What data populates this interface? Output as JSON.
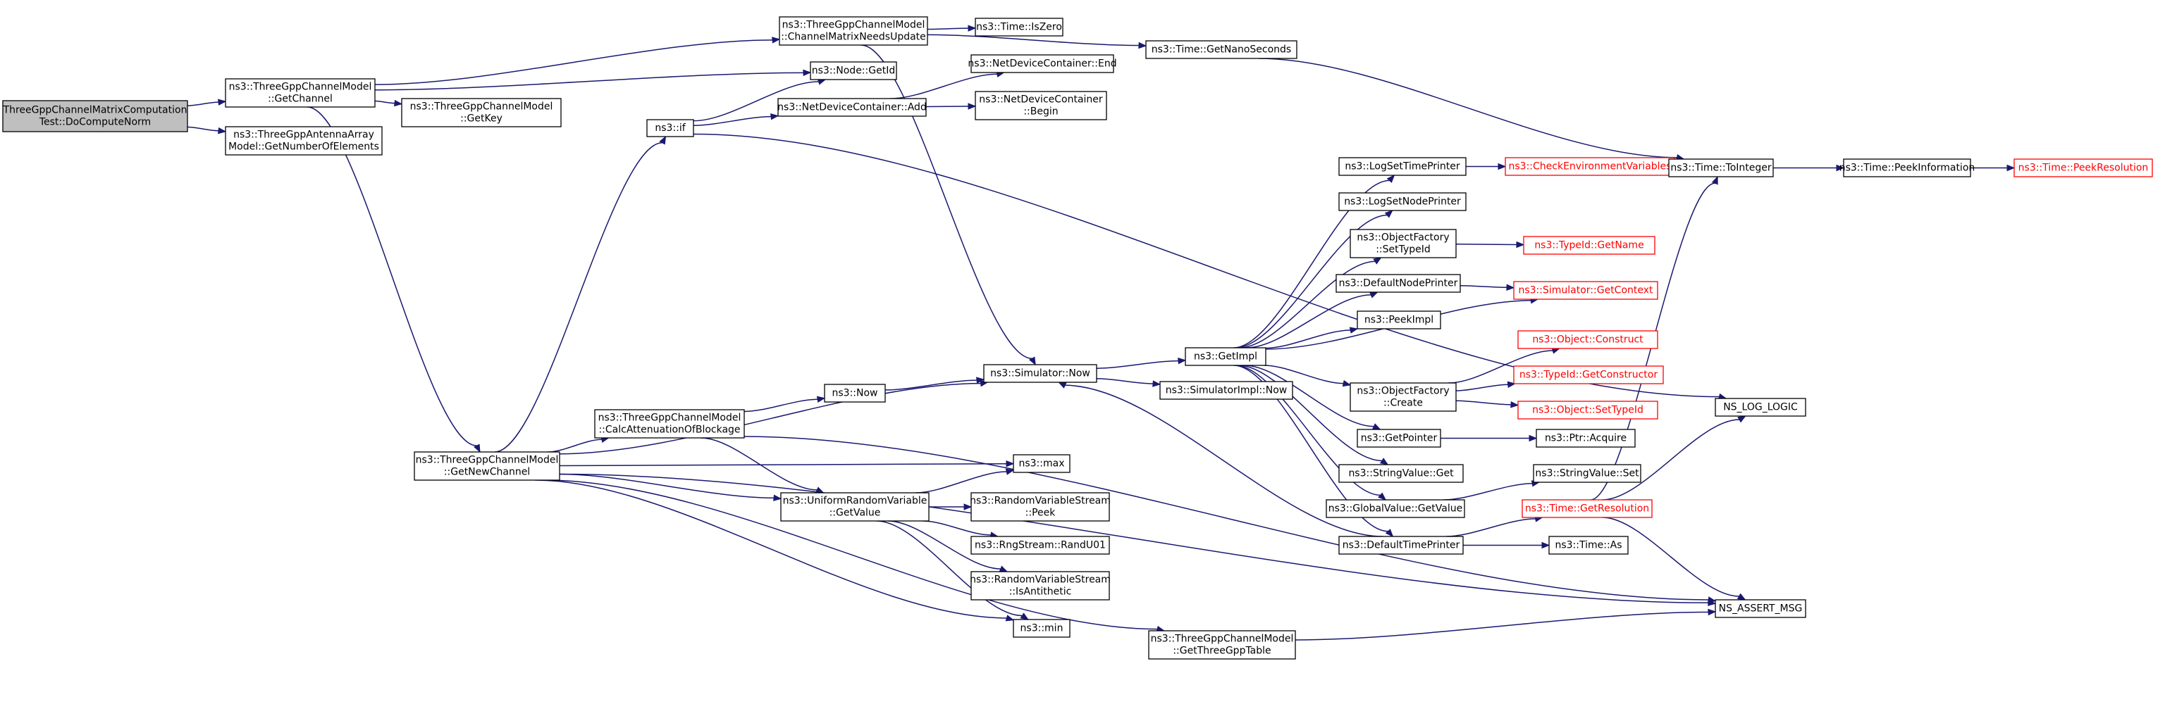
{
  "nodes": [
    {
      "id": "root",
      "lines": [
        "ThreeGppChannelMatrixComputation",
        "Test::DoComputeNorm"
      ],
      "root": true
    },
    {
      "id": "getChannel",
      "lines": [
        "ns3::ThreeGppChannelModel",
        "::GetChannel"
      ]
    },
    {
      "id": "antennaElems",
      "lines": [
        "ns3::ThreeGppAntennaArray",
        "Model::GetNumberOfElements"
      ]
    },
    {
      "id": "chanUpdate",
      "lines": [
        "ns3::ThreeGppChannelModel",
        "::ChannelMatrixNeedsUpdate"
      ]
    },
    {
      "id": "nodeGetId",
      "lines": [
        "ns3::Node::GetId"
      ]
    },
    {
      "id": "getKey",
      "lines": [
        "ns3::ThreeGppChannelModel",
        "::GetKey"
      ]
    },
    {
      "id": "getNewChannel",
      "lines": [
        "ns3::ThreeGppChannelModel",
        "::GetNewChannel"
      ]
    },
    {
      "id": "timeIsZero",
      "lines": [
        "ns3::Time::IsZero"
      ]
    },
    {
      "id": "getNanoSeconds",
      "lines": [
        "ns3::Time::GetNanoSeconds"
      ]
    },
    {
      "id": "ndcEnd",
      "lines": [
        "ns3::NetDeviceContainer::End"
      ]
    },
    {
      "id": "ndcAdd",
      "lines": [
        "ns3::NetDeviceContainer::Add"
      ]
    },
    {
      "id": "ndcBegin",
      "lines": [
        "ns3::NetDeviceContainer",
        "::Begin"
      ]
    },
    {
      "id": "nsIf",
      "lines": [
        "ns3::if"
      ]
    },
    {
      "id": "simNow",
      "lines": [
        "ns3::Simulator::Now"
      ]
    },
    {
      "id": "now",
      "lines": [
        "ns3::Now"
      ]
    },
    {
      "id": "calcAtt",
      "lines": [
        "ns3::ThreeGppChannelModel",
        "::CalcAttenuationOfBlockage"
      ]
    },
    {
      "id": "max",
      "lines": [
        "ns3::max"
      ]
    },
    {
      "id": "urvGetValue",
      "lines": [
        "ns3::UniformRandomVariable",
        "::GetValue"
      ]
    },
    {
      "id": "rvsPeek",
      "lines": [
        "ns3::RandomVariableStream",
        "::Peek"
      ]
    },
    {
      "id": "randU01",
      "lines": [
        "ns3::RngStream::RandU01"
      ]
    },
    {
      "id": "isAntithetic",
      "lines": [
        "ns3::RandomVariableStream",
        "::IsAntithetic"
      ]
    },
    {
      "id": "min",
      "lines": [
        "ns3::min"
      ]
    },
    {
      "id": "getTable",
      "lines": [
        "ns3::ThreeGppChannelModel",
        "::GetThreeGppTable"
      ]
    },
    {
      "id": "simImplNow",
      "lines": [
        "ns3::SimulatorImpl::Now"
      ]
    },
    {
      "id": "getImpl",
      "lines": [
        "ns3::GetImpl"
      ]
    },
    {
      "id": "logSetTime",
      "lines": [
        "ns3::LogSetTimePrinter"
      ]
    },
    {
      "id": "logSetNode",
      "lines": [
        "ns3::LogSetNodePrinter"
      ]
    },
    {
      "id": "ofSetTypeId",
      "lines": [
        "ns3::ObjectFactory",
        "::SetTypeId"
      ]
    },
    {
      "id": "defNodePrinter",
      "lines": [
        "ns3::DefaultNodePrinter"
      ]
    },
    {
      "id": "peekImpl",
      "lines": [
        "ns3::PeekImpl"
      ]
    },
    {
      "id": "ofCreate",
      "lines": [
        "ns3::ObjectFactory",
        "::Create"
      ]
    },
    {
      "id": "getPointer",
      "lines": [
        "ns3::GetPointer"
      ]
    },
    {
      "id": "svGet",
      "lines": [
        "ns3::StringValue::Get"
      ]
    },
    {
      "id": "gvGetValue",
      "lines": [
        "ns3::GlobalValue::GetValue"
      ]
    },
    {
      "id": "defTimePrinter",
      "lines": [
        "ns3::DefaultTimePrinter"
      ]
    },
    {
      "id": "checkEnv",
      "lines": [
        "ns3::CheckEnvironmentVariables"
      ],
      "truncated": true
    },
    {
      "id": "typeIdGetName",
      "lines": [
        "ns3::TypeId::GetName"
      ],
      "truncated": true
    },
    {
      "id": "simGetContext",
      "lines": [
        "ns3::Simulator::GetContext"
      ],
      "truncated": true
    },
    {
      "id": "objConstruct",
      "lines": [
        "ns3::Object::Construct"
      ],
      "truncated": true
    },
    {
      "id": "typeIdGetCtor",
      "lines": [
        "ns3::TypeId::GetConstructor"
      ],
      "truncated": true
    },
    {
      "id": "objSetTypeId",
      "lines": [
        "ns3::Object::SetTypeId"
      ],
      "truncated": true
    },
    {
      "id": "ptrAcquire",
      "lines": [
        "ns3::Ptr::Acquire"
      ]
    },
    {
      "id": "svSet",
      "lines": [
        "ns3::StringValue::Set"
      ]
    },
    {
      "id": "timeGetRes",
      "lines": [
        "ns3::Time::GetResolution"
      ],
      "truncated": true
    },
    {
      "id": "timeAs",
      "lines": [
        "ns3::Time::As"
      ]
    },
    {
      "id": "timeToInteger",
      "lines": [
        "ns3::Time::ToInteger"
      ]
    },
    {
      "id": "nsLogLogic",
      "lines": [
        "NS_LOG_LOGIC"
      ]
    },
    {
      "id": "nsAssertMsg",
      "lines": [
        "NS_ASSERT_MSG"
      ]
    },
    {
      "id": "peekInfo",
      "lines": [
        "ns3::Time::PeekInformation"
      ]
    },
    {
      "id": "peekRes",
      "lines": [
        "ns3::Time::PeekResolution"
      ],
      "truncated": true
    }
  ],
  "edges": [
    [
      "root",
      "getChannel"
    ],
    [
      "root",
      "antennaElems"
    ],
    [
      "getChannel",
      "chanUpdate"
    ],
    [
      "getChannel",
      "nodeGetId"
    ],
    [
      "getChannel",
      "getKey"
    ],
    [
      "getChannel",
      "getNewChannel"
    ],
    [
      "chanUpdate",
      "timeIsZero"
    ],
    [
      "chanUpdate",
      "getNanoSeconds"
    ],
    [
      "chanUpdate",
      "simNow"
    ],
    [
      "getNanoSeconds",
      "timeToInteger"
    ],
    [
      "nsIf",
      "nodeGetId"
    ],
    [
      "nsIf",
      "ndcAdd"
    ],
    [
      "nsIf",
      "nsLogLogic"
    ],
    [
      "ndcAdd",
      "ndcEnd"
    ],
    [
      "ndcAdd",
      "ndcBegin"
    ],
    [
      "getNewChannel",
      "nsIf"
    ],
    [
      "getNewChannel",
      "simNow"
    ],
    [
      "getNewChannel",
      "calcAtt"
    ],
    [
      "getNewChannel",
      "max"
    ],
    [
      "getNewChannel",
      "urvGetValue"
    ],
    [
      "getNewChannel",
      "min"
    ],
    [
      "getNewChannel",
      "getTable"
    ],
    [
      "getNewChannel",
      "nsAssertMsg"
    ],
    [
      "calcAtt",
      "now"
    ],
    [
      "calcAtt",
      "urvGetValue"
    ],
    [
      "calcAtt",
      "nsAssertMsg"
    ],
    [
      "now",
      "simNow"
    ],
    [
      "urvGetValue",
      "max"
    ],
    [
      "urvGetValue",
      "rvsPeek"
    ],
    [
      "urvGetValue",
      "randU01"
    ],
    [
      "urvGetValue",
      "isAntithetic"
    ],
    [
      "urvGetValue",
      "min"
    ],
    [
      "getTable",
      "nsAssertMsg"
    ],
    [
      "simNow",
      "getImpl"
    ],
    [
      "simNow",
      "simImplNow"
    ],
    [
      "getImpl",
      "logSetTime"
    ],
    [
      "getImpl",
      "logSetNode"
    ],
    [
      "getImpl",
      "ofSetTypeId"
    ],
    [
      "getImpl",
      "defNodePrinter"
    ],
    [
      "getImpl",
      "peekImpl"
    ],
    [
      "getImpl",
      "ofCreate"
    ],
    [
      "getImpl",
      "getPointer"
    ],
    [
      "getImpl",
      "svGet"
    ],
    [
      "getImpl",
      "gvGetValue"
    ],
    [
      "getImpl",
      "defTimePrinter"
    ],
    [
      "getImpl",
      "simGetContext"
    ],
    [
      "logSetTime",
      "checkEnv"
    ],
    [
      "ofSetTypeId",
      "typeIdGetName"
    ],
    [
      "defNodePrinter",
      "simGetContext"
    ],
    [
      "ofCreate",
      "objConstruct"
    ],
    [
      "ofCreate",
      "typeIdGetCtor"
    ],
    [
      "ofCreate",
      "objSetTypeId"
    ],
    [
      "getPointer",
      "ptrAcquire"
    ],
    [
      "gvGetValue",
      "svSet"
    ],
    [
      "defTimePrinter",
      "simNow"
    ],
    [
      "defTimePrinter",
      "timeGetRes"
    ],
    [
      "defTimePrinter",
      "timeAs"
    ],
    [
      "timeGetRes",
      "timeToInteger"
    ],
    [
      "timeGetRes",
      "nsLogLogic"
    ],
    [
      "timeGetRes",
      "nsAssertMsg"
    ],
    [
      "timeToInteger",
      "peekInfo"
    ],
    [
      "peekInfo",
      "peekRes"
    ]
  ]
}
